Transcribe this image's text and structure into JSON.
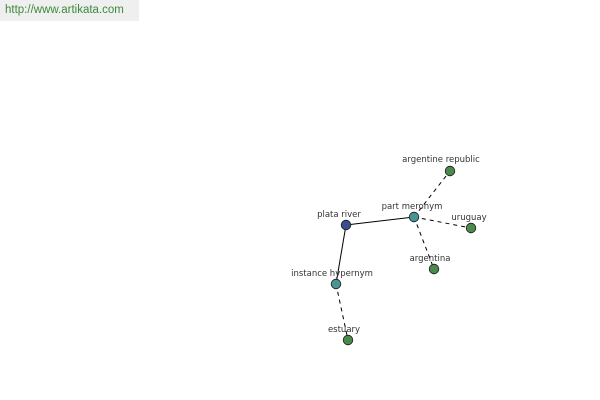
{
  "banner": {
    "url_text": "http://www.artikata.com"
  },
  "colors": {
    "root": "#3b4f8f",
    "relation": "#4a9494",
    "leaf": "#4b8a4b",
    "edge": "#000000",
    "banner_text": "#3c8a3c"
  },
  "graph": {
    "nodes": [
      {
        "id": "plata-river",
        "label": "plata river",
        "kind": "root"
      },
      {
        "id": "part-meronym",
        "label": "part meronym",
        "kind": "relation"
      },
      {
        "id": "instance-hypernym",
        "label": "instance hypernym",
        "kind": "relation"
      },
      {
        "id": "argentine-republic",
        "label": "argentine republic",
        "kind": "leaf"
      },
      {
        "id": "uruguay",
        "label": "uruguay",
        "kind": "leaf"
      },
      {
        "id": "argentina",
        "label": "argentina",
        "kind": "leaf"
      },
      {
        "id": "estuary",
        "label": "estuary",
        "kind": "leaf"
      }
    ],
    "edges": [
      {
        "from": "plata-river",
        "to": "part-meronym",
        "style": "solid"
      },
      {
        "from": "plata-river",
        "to": "instance-hypernym",
        "style": "solid"
      },
      {
        "from": "part-meronym",
        "to": "argentine-republic",
        "style": "dashed"
      },
      {
        "from": "part-meronym",
        "to": "uruguay",
        "style": "dashed"
      },
      {
        "from": "part-meronym",
        "to": "argentina",
        "style": "dashed"
      },
      {
        "from": "instance-hypernym",
        "to": "estuary",
        "style": "dashed"
      }
    ]
  }
}
